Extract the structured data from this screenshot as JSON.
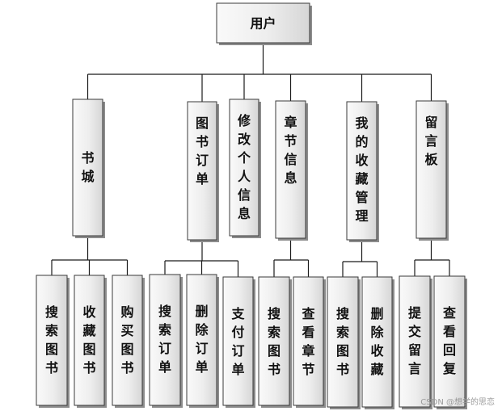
{
  "root": {
    "id": "root",
    "label": "用户"
  },
  "categories": [
    {
      "id": "shucheng",
      "label": "书城",
      "children": [
        {
          "id": "shucheng-1",
          "label": "搜索图书"
        },
        {
          "id": "shucheng-2",
          "label": "收藏图书"
        },
        {
          "id": "shucheng-3",
          "label": "购买图书"
        }
      ]
    },
    {
      "id": "tushudingdan",
      "label": "图书订单",
      "children": [
        {
          "id": "dingdan-1",
          "label": "搜索订单"
        },
        {
          "id": "dingdan-2",
          "label": "删除订单"
        },
        {
          "id": "dingdan-3",
          "label": "支付订单"
        }
      ]
    },
    {
      "id": "xiugai",
      "label": "修改个人信息",
      "children": []
    },
    {
      "id": "zhangjie",
      "label": "章节信息",
      "children": [
        {
          "id": "zhangjie-1",
          "label": "搜索图书"
        },
        {
          "id": "zhangjie-2",
          "label": "查看章节"
        }
      ]
    },
    {
      "id": "shoucang",
      "label": "我的收藏管理",
      "children": [
        {
          "id": "shoucang-1",
          "label": "搜索图书"
        },
        {
          "id": "shoucang-2",
          "label": "删除收藏"
        }
      ]
    },
    {
      "id": "liuyan",
      "label": "留言板",
      "children": [
        {
          "id": "liuyan-1",
          "label": "提交留言"
        },
        {
          "id": "liuyan-2",
          "label": "查看回复"
        }
      ]
    }
  ],
  "watermark": "CSDN @想学的思恋"
}
